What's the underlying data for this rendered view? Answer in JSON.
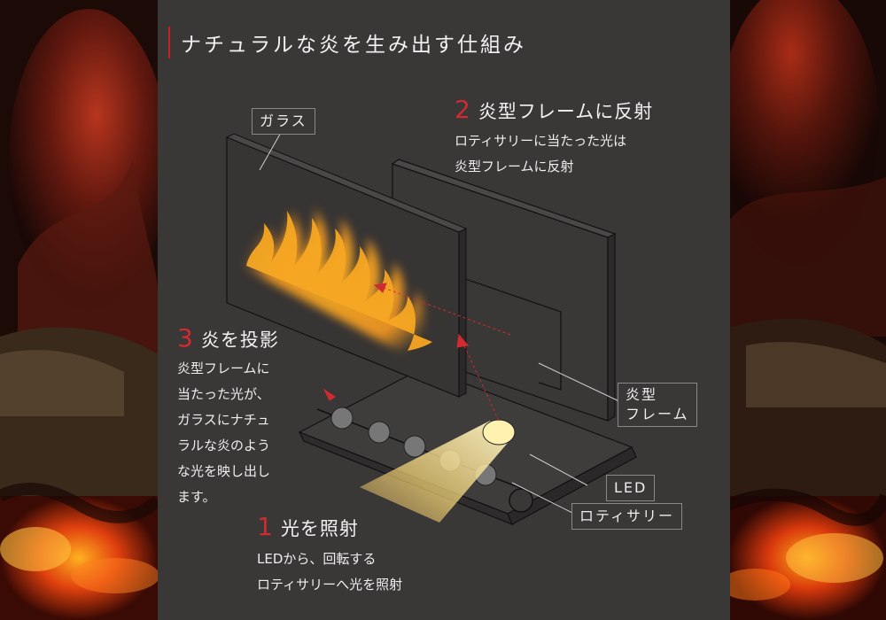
{
  "title": "ナチュラルな炎を生み出す仕組み",
  "colors": {
    "accent": "#d12a30",
    "panel": "#3a3737",
    "flame": "#f5a623"
  },
  "labels": {
    "glass": "ガラス",
    "frame_line1": "炎型",
    "frame_line2": "フレーム",
    "led": "LED",
    "rotisserie": "ロティサリー"
  },
  "steps": [
    {
      "num": "2",
      "title": "炎型フレームに反射",
      "lines": [
        "ロティサリーに当たった光は",
        "炎型フレームに反射"
      ]
    },
    {
      "num": "3",
      "title": "炎を投影",
      "lines": [
        "炎型フレームに",
        "当たった光が、",
        "ガラスにナチュ",
        "ラルな炎のよう",
        "な光を映し出し",
        "ます。"
      ]
    },
    {
      "num": "1",
      "title": "光を照射",
      "lines": [
        "LEDから、回転する",
        "ロティサリーへ光を照射"
      ]
    }
  ]
}
